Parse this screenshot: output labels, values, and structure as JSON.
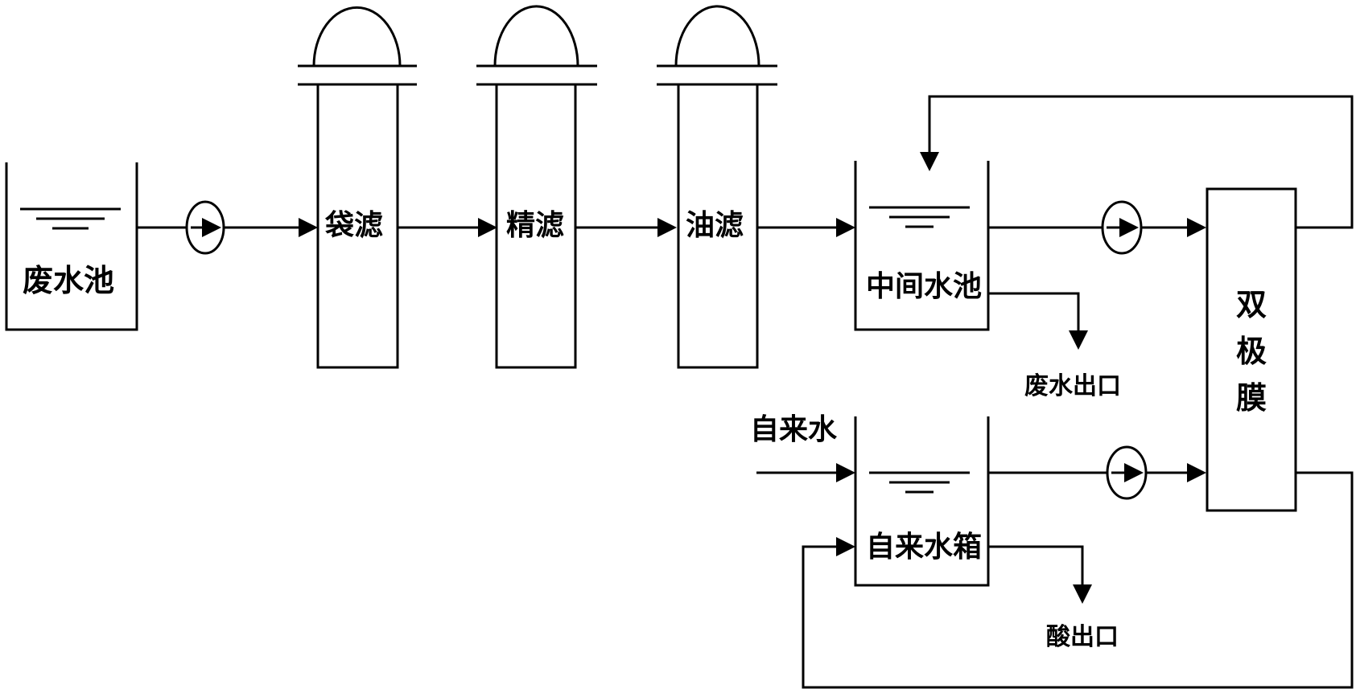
{
  "labels": {
    "waste_pool": "废水池",
    "bag_filter": "袋滤",
    "fine_filter": "精滤",
    "oil_filter": "油滤",
    "mid_pool": "中间水池",
    "waste_outlet": "废水出口",
    "tap_water": "自来水",
    "tap_tank": "自来水箱",
    "acid_outlet": "酸出口",
    "bipolar_membrane": [
      "双",
      "极",
      "膜"
    ]
  }
}
